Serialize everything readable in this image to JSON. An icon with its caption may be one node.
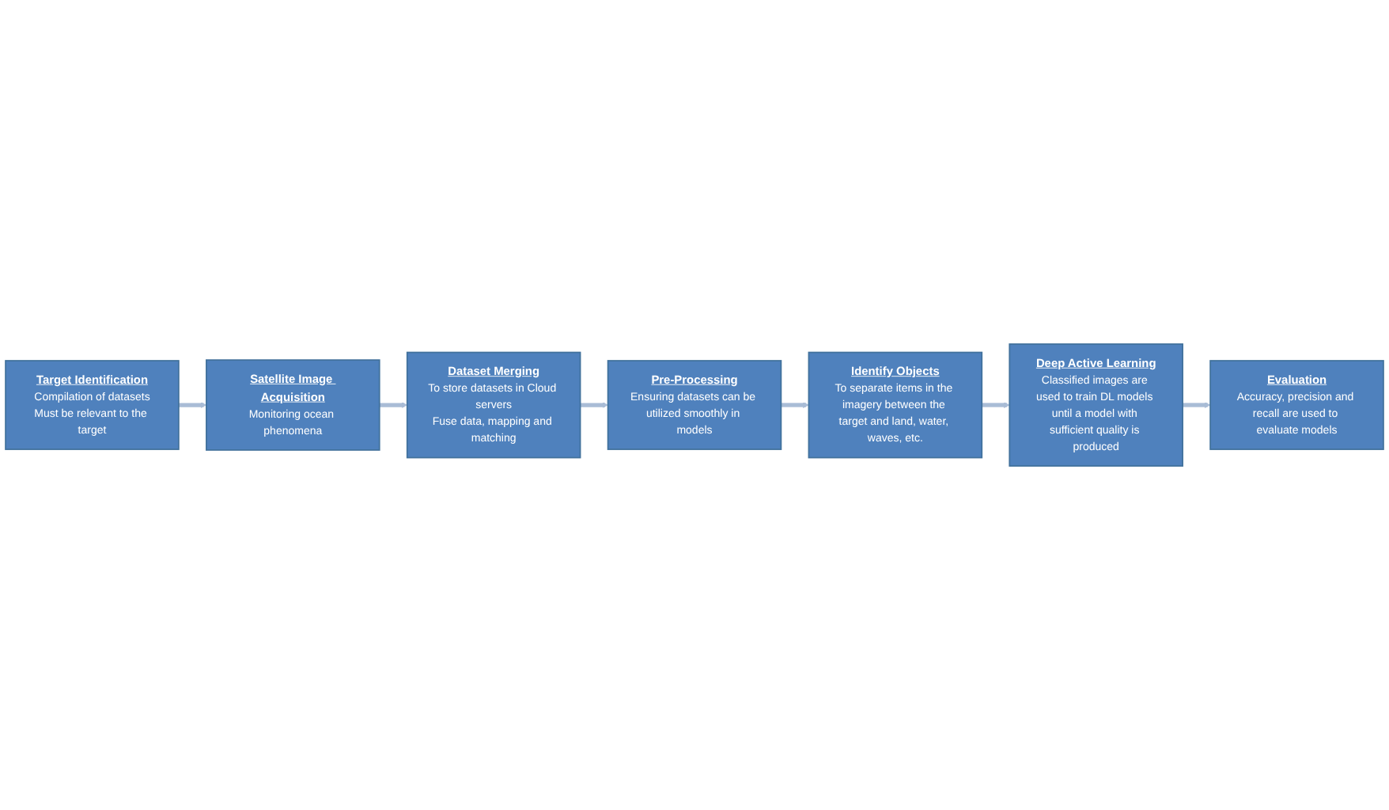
{
  "diagram": {
    "nodes": [
      {
        "text": [
          "Target Identification",
          "Compilation of datasets",
          "Must be relevant to the target"
        ]
      },
      {
        "text": [
          "Satellite Image Acquisition",
          "Monitoring ocean phenomena"
        ]
      },
      {
        "text": [
          "Dataset Merging",
          "To store datasets in Cloud servers",
          "Fuse data, mapping and matching"
        ]
      },
      {
        "text": [
          "Pre-Processing",
          "Ensuring datasets can be utilized smoothly in models"
        ]
      },
      {
        "text": [
          "Identify Objects",
          "To separate items in the imagery between the target and land, water, waves, etc."
        ]
      },
      {
        "text": [
          "Deep Active Learning",
          "Classified images are used to train DL models until a model with sufficient quality is produced"
        ]
      },
      {
        "text": [
          "Evaluation",
          "Accuracy, precision and recall are used to evaluate models"
        ]
      }
    ],
    "edges": [
      {
        "from": 0,
        "to": 1,
        "arrow": "to"
      },
      {
        "from": 1,
        "to": 2,
        "arrow": "to"
      },
      {
        "from": 2,
        "to": 3,
        "arrow": "to"
      },
      {
        "from": 3,
        "to": 4,
        "arrow": "to"
      },
      {
        "from": 4,
        "to": 5,
        "arrow": "to"
      },
      {
        "from": 5,
        "to": 6,
        "arrow": "to"
      }
    ]
  }
}
